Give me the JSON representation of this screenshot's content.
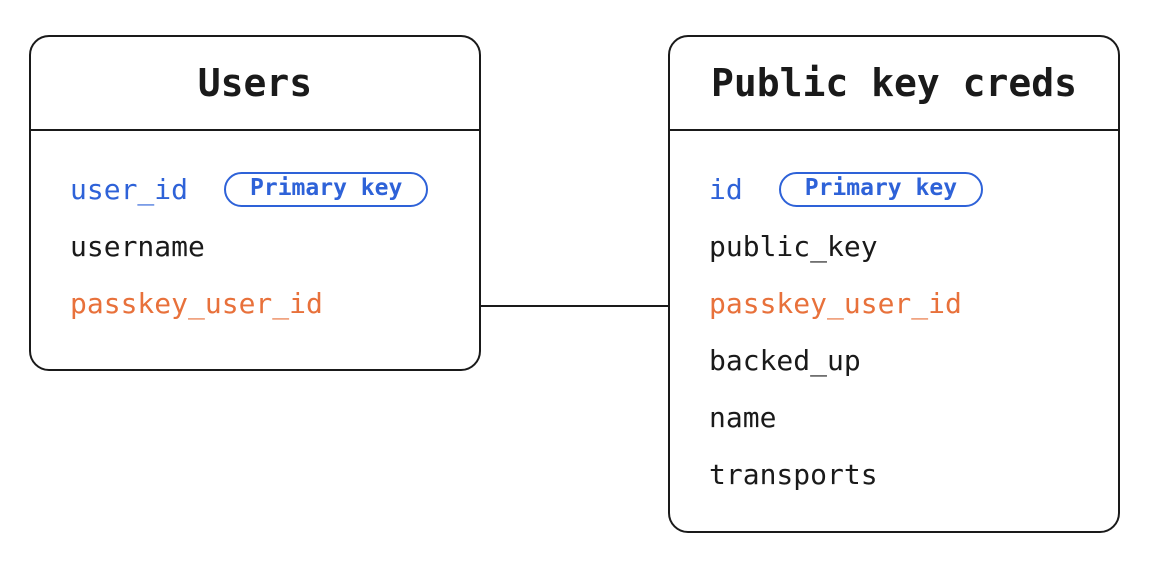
{
  "diagram": {
    "colors": {
      "ink": "#1a1a1a",
      "accent_blue": "#2e62d8",
      "accent_orange": "#e8713b",
      "background": "#ffffff"
    },
    "tables": [
      {
        "title": "Users",
        "fields": [
          {
            "name": "user_id",
            "color": "blue",
            "badge": "Primary key"
          },
          {
            "name": "username",
            "color": "ink"
          },
          {
            "name": "passkey_user_id",
            "color": "orange"
          }
        ]
      },
      {
        "title": "Public key creds",
        "fields": [
          {
            "name": "id",
            "color": "blue",
            "badge": "Primary key"
          },
          {
            "name": "public_key",
            "color": "ink"
          },
          {
            "name": "passkey_user_id",
            "color": "orange"
          },
          {
            "name": "backed_up",
            "color": "ink"
          },
          {
            "name": "name",
            "color": "ink"
          },
          {
            "name": "transports",
            "color": "ink"
          }
        ]
      }
    ],
    "relation": {
      "from": "Users.passkey_user_id",
      "to": "Public key creds.passkey_user_id"
    }
  }
}
